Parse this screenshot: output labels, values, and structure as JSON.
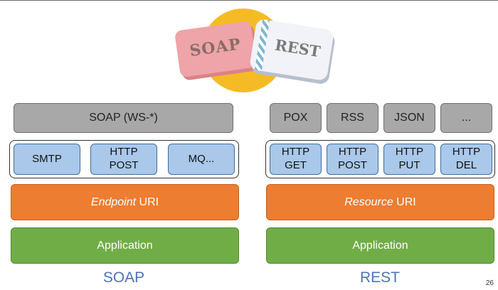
{
  "logo": {
    "soap": "SOAP",
    "rest": "REST"
  },
  "soap": {
    "top": "SOAP (WS-*)",
    "transports": [
      {
        "text": "SMTP"
      },
      {
        "text": "HTTP\nPOST"
      },
      {
        "text": "MQ..."
      }
    ],
    "uri_emph": "Endpoint",
    "uri_rest": " URI",
    "application": "Application",
    "label": "SOAP"
  },
  "rest": {
    "formats": [
      "POX",
      "RSS",
      "JSON",
      "..."
    ],
    "methods": [
      {
        "text": "HTTP\nGET"
      },
      {
        "text": "HTTP\nPOST"
      },
      {
        "text": "HTTP\nPUT"
      },
      {
        "text": "HTTP\nDEL"
      }
    ],
    "uri_emph": "Resource",
    "uri_rest": " URI",
    "application": "Application",
    "label": "REST"
  },
  "page_number": "26",
  "colors": {
    "gray": "#a8a8a8",
    "blue": "#a9c8ea",
    "orange": "#ed7d31",
    "green": "#70ad47",
    "label": "#4d74b5"
  }
}
